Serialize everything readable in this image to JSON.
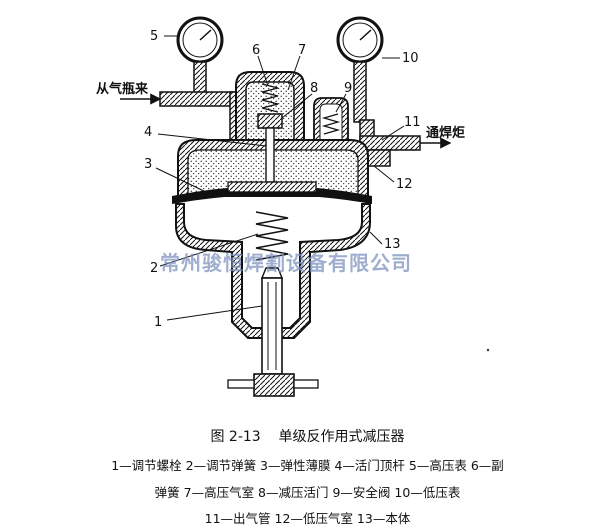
{
  "figure": {
    "number": "图 2-13",
    "title": "单级反作用式减压器"
  },
  "flow_labels": {
    "inlet": "从气瓶来",
    "outlet": "通焊炬"
  },
  "watermark": "常州骏恒焊割设备有限公司",
  "callouts": [
    "1",
    "2",
    "3",
    "4",
    "5",
    "6",
    "7",
    "8",
    "9",
    "10",
    "11",
    "12",
    "13"
  ],
  "legend_lines": [
    "1—调节螺栓   2—调节弹簧   3—弹性薄膜   4—活门顶杆   5—高压表   6—副",
    "弹簧   7—高压气室   8—减压活门   9—安全阀   10—低压表",
    "11—出气管   12—低压气室   13—本体"
  ]
}
